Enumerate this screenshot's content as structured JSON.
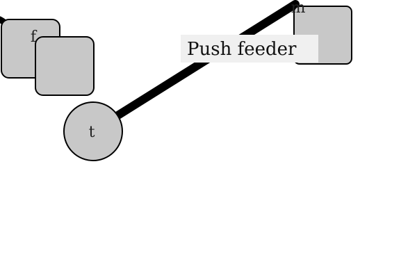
{
  "diagram": {
    "colors": {
      "background": "#ffffff",
      "node_fill": "#c8c8c8",
      "node_stroke": "#000000",
      "edge": "#000000",
      "edge_label_bg": "#f0f0f0"
    },
    "nodes": {
      "f": {
        "label": "f",
        "shape": "rounded-rect"
      },
      "f_overlap": {
        "label": "",
        "shape": "rounded-rect"
      },
      "t": {
        "label": "t",
        "shape": "circle"
      },
      "m": {
        "label": "m",
        "shape": "rounded-rect"
      }
    },
    "edges": [
      {
        "from": "t",
        "to": "m",
        "label": "Push feeder"
      },
      {
        "from": "f",
        "to": "offscreen-left",
        "label": ""
      }
    ]
  }
}
